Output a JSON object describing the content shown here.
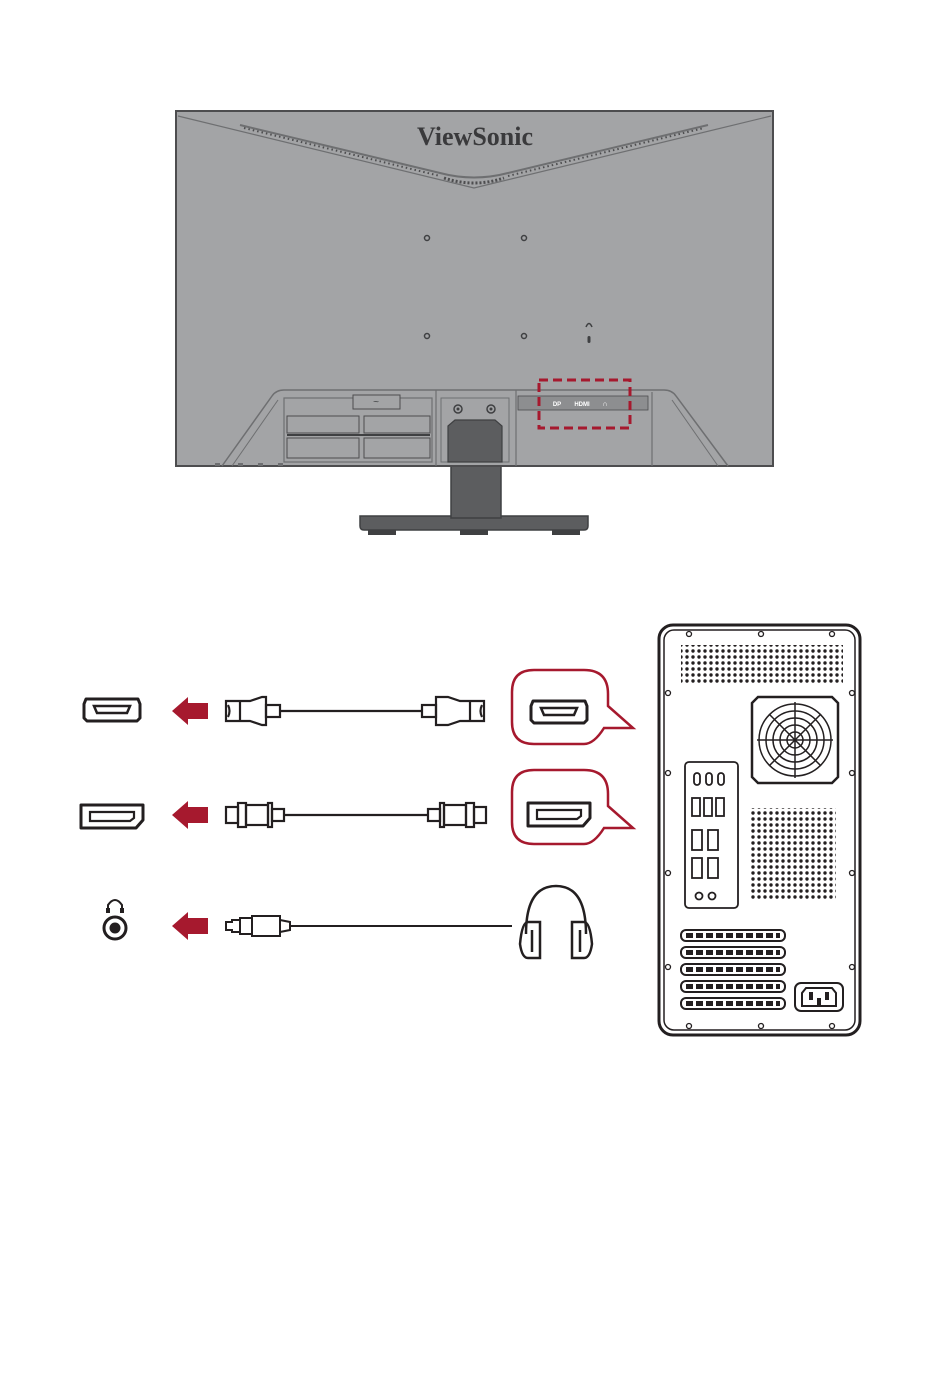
{
  "monitor": {
    "brand": "ViewSonic",
    "port_labels": {
      "dp": "DP",
      "hdmi": "HDMI",
      "audio": "∩"
    }
  },
  "rows": [
    {
      "id": "hdmi",
      "port": "hdmi-port",
      "cable": "hdmi-cable",
      "highlighted": true
    },
    {
      "id": "displayport",
      "port": "displayport-port",
      "cable": "displayport-cable",
      "highlighted": true
    },
    {
      "id": "audio",
      "port": "audio-out-port",
      "cable": "3.5mm-audio-cable",
      "device": "headphones-icon",
      "highlighted": false
    }
  ],
  "colors": {
    "accent": "#a6192e",
    "monitor_body": "#a3a4a6",
    "monitor_outline": "#4d4d4f",
    "stand": "#5c5d5f",
    "line": "#231f20"
  }
}
